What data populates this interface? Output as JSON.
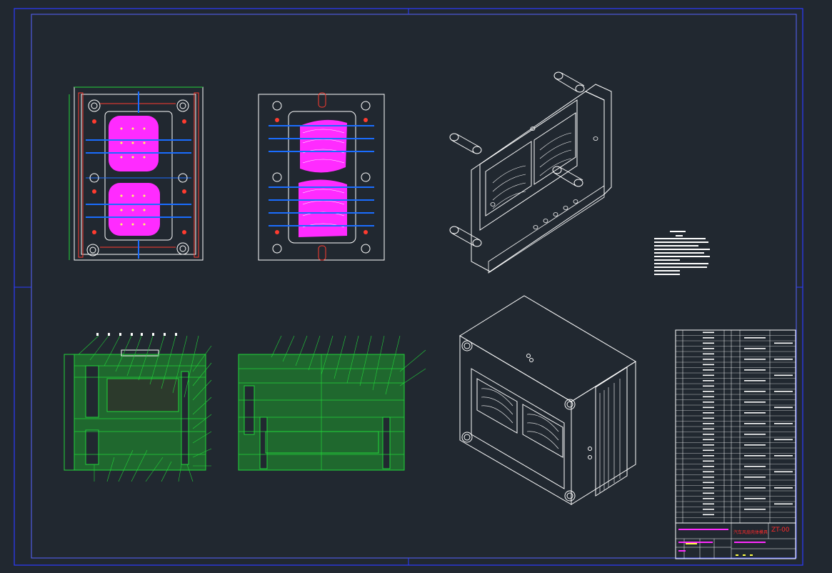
{
  "drawing": {
    "background": "#212830",
    "frame_color": "#2d3bff",
    "line_color": "#ffffff",
    "section_color": "#22d43a",
    "cavity_color": "#ff2bff",
    "cooling_color": "#1a6dff",
    "mark_color": "#ff3b2f"
  },
  "title_block": {
    "drawing_no": "ZT-00",
    "title": "汽车风扇壳体模具"
  },
  "views": [
    "fixed-half-plan",
    "moving-half-plan",
    "isometric-moving-half",
    "section-a",
    "section-b",
    "isometric-assembly",
    "technical-notes",
    "parts-list",
    "title-block"
  ]
}
